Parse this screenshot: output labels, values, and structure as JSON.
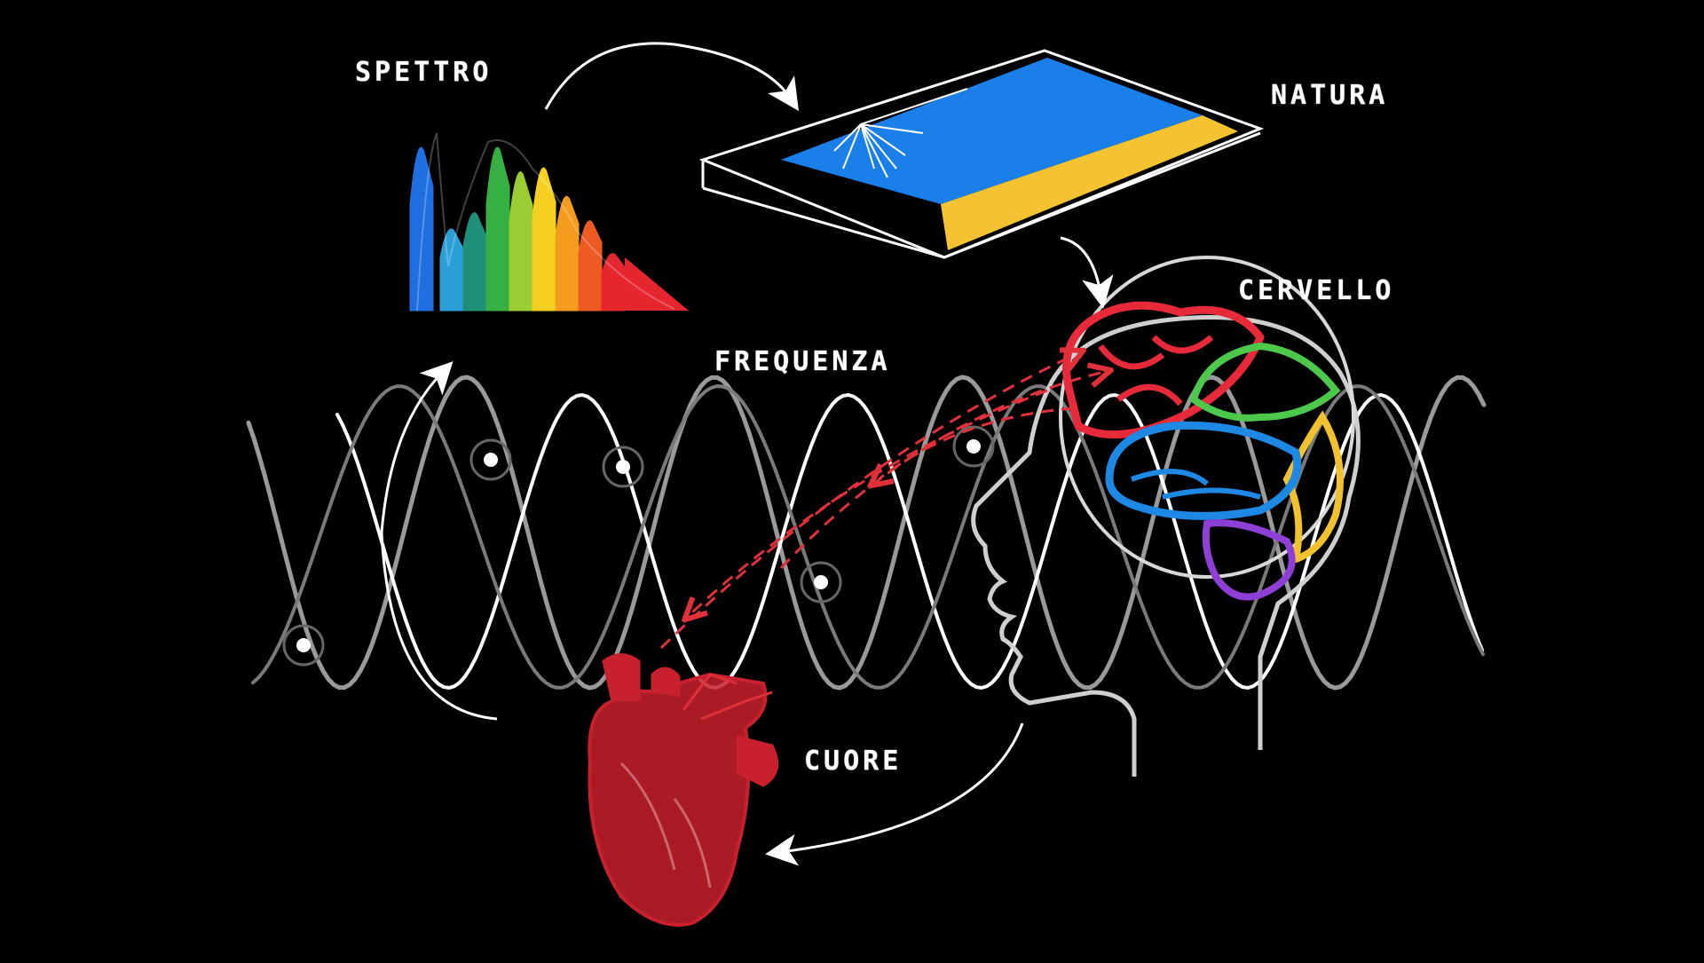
{
  "labels": {
    "spectrum": "SPETTRO",
    "nature": "NATURA",
    "brain": "CERVELLO",
    "frequency": "FREQUENZA",
    "heart": "CUORE"
  },
  "colors": {
    "background": "#000000",
    "stroke": "#ffffff",
    "wave_gray": "#8a8a8a",
    "heart_red": "#c8202c",
    "dashed_red": "#e0303a",
    "panel_blue": "#1a7fe8",
    "panel_yellow": "#f5c331",
    "spectrum": [
      "#1f6fe0",
      "#2a9fd8",
      "#1f8f7a",
      "#37b043",
      "#9acd32",
      "#f5d020",
      "#f59b1e",
      "#ee5a24",
      "#e5262f"
    ],
    "brain": [
      "#e62a3a",
      "#4cc94a",
      "#f2c12e",
      "#1e88e5",
      "#8e3fd6"
    ]
  },
  "icons": {
    "spectrum": "spectrum-histogram-icon",
    "nature": "nature-panel-icon",
    "brain": "brain-head-icon",
    "heart": "anatomical-heart-icon"
  }
}
